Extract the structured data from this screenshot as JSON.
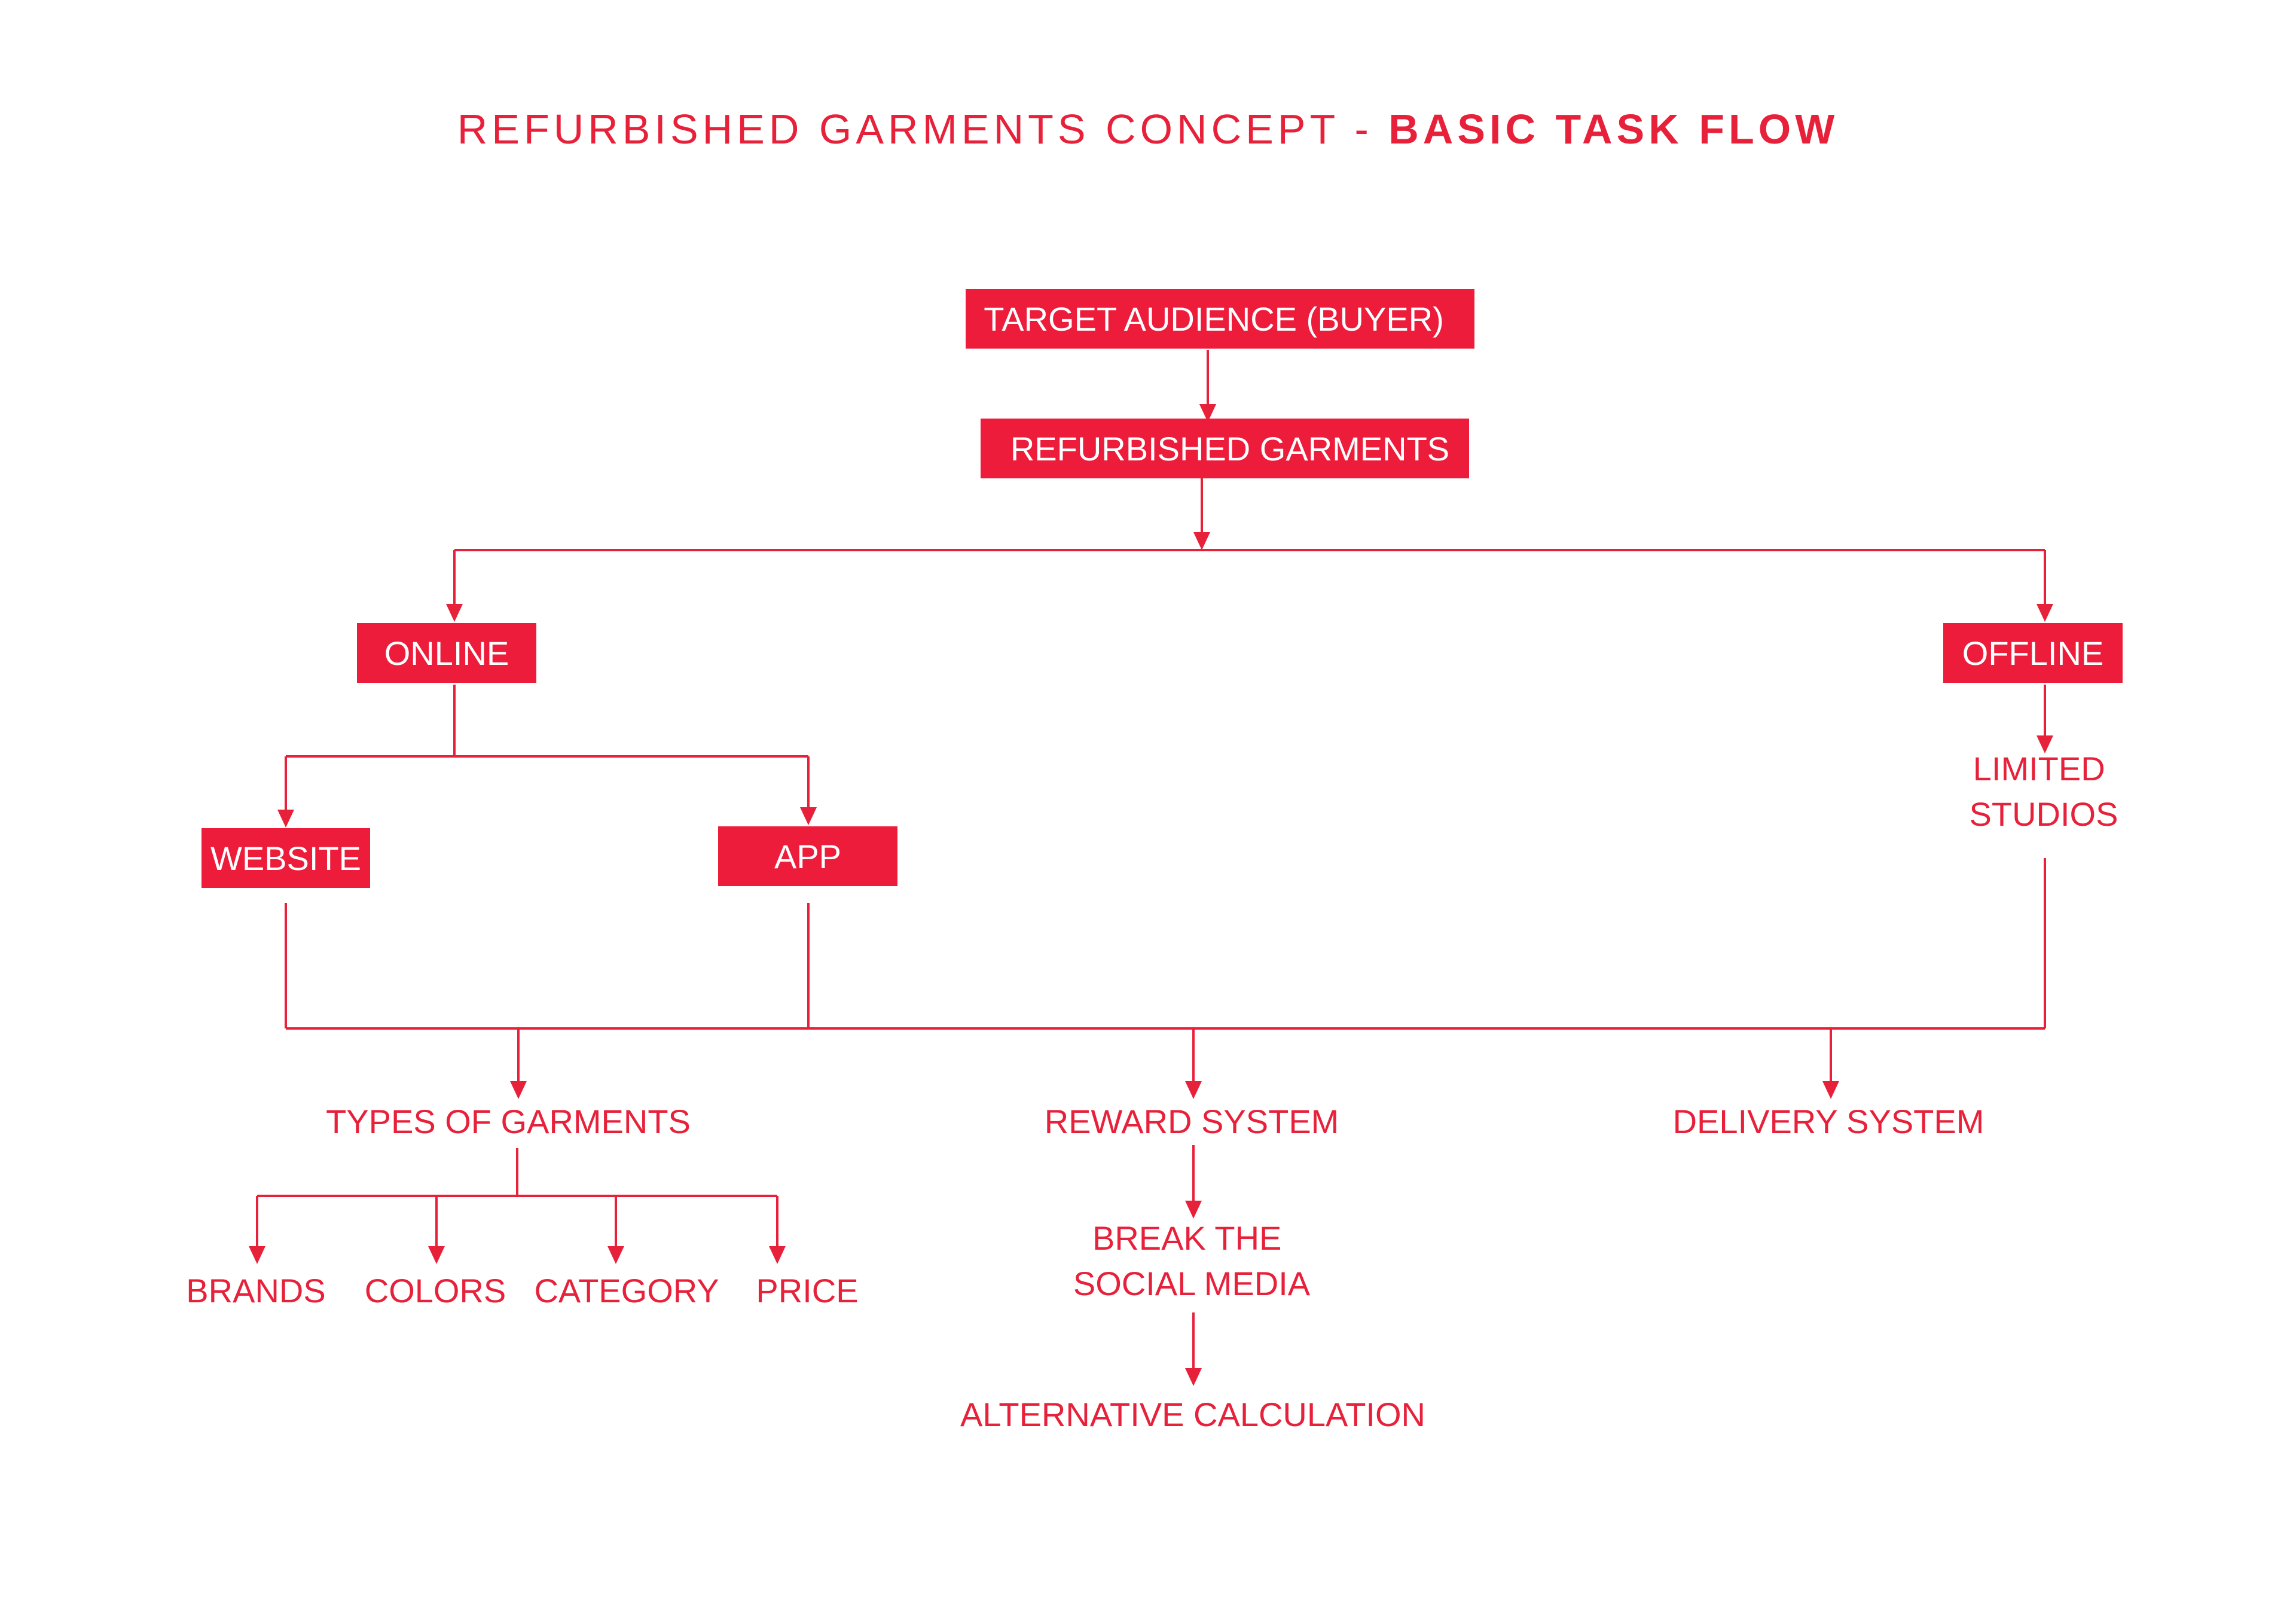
{
  "title": {
    "prefix": "REFURBISHED GARMENTS CONCEPT - ",
    "emphasis": "BASIC TASK FLOW"
  },
  "nodes": {
    "target_audience": "TARGET AUDIENCE (BUYER)",
    "refurbished_garments": "REFURBISHED GARMENTS",
    "online": "ONLINE",
    "offline": "OFFLINE",
    "website": "WEBSITE",
    "app": "APP",
    "limited_studios": [
      "LIMITED",
      "STUDIOS"
    ],
    "types_of_garments": "TYPES OF GARMENTS",
    "reward_system": "REWARD SYSTEM",
    "delivery_system": "DELIVERY SYSTEM",
    "brands": "BRANDS",
    "colors": "COLORS",
    "category": "CATEGORY",
    "price": "PRICE",
    "break_social_media": [
      "BREAK THE",
      "SOCIAL MEDIA"
    ],
    "alternative_calculation": "ALTERNATIVE CALCULATION"
  },
  "colors": {
    "accent": "#ec1c3a",
    "background": "#ffffff"
  }
}
